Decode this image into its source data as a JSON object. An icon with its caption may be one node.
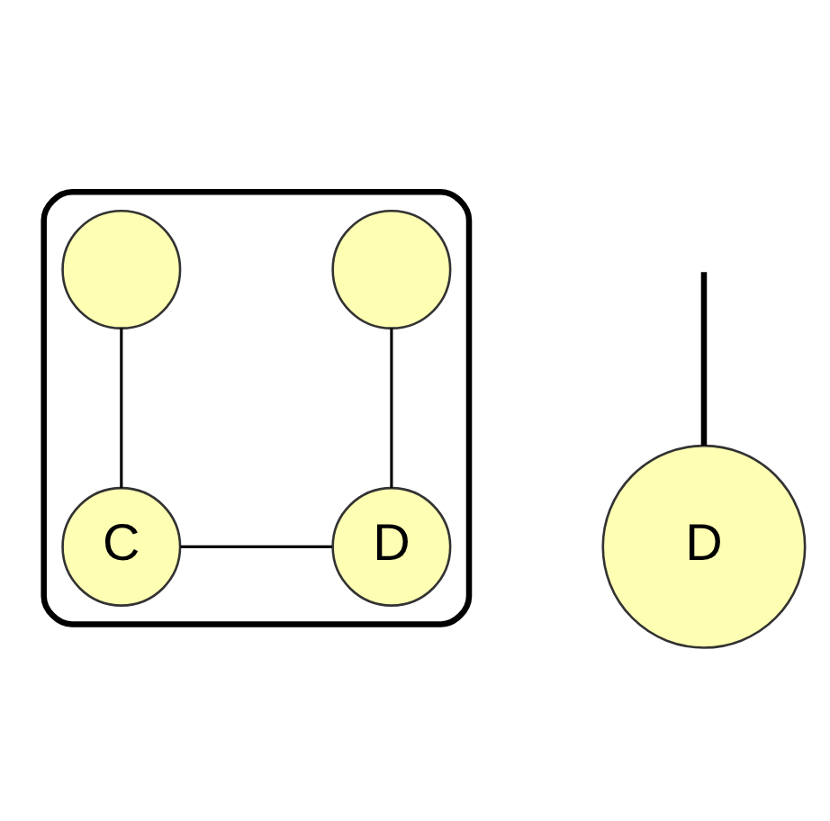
{
  "diagram": {
    "nodes": [
      {
        "text": [],
        "shape": "cloud"
      },
      {
        "text": [],
        "shape": "circle",
        "in": 0
      },
      {
        "text": [],
        "shape": "circle",
        "in": 0
      },
      {
        "text": [
          "C"
        ],
        "in": 0
      },
      {
        "text": [
          "D"
        ],
        "in": 0
      },
      {
        "text": [
          "D"
        ]
      }
    ],
    "edges": [
      {
        "from": 1,
        "to": 3,
        "arrow": "none"
      },
      {
        "from": 2,
        "to": 4,
        "arrow": "none"
      },
      {
        "from": 3,
        "to": 4,
        "arrow": "none"
      },
      {
        "from": null,
        "to": 5,
        "arrow": "none",
        "style": "thick"
      }
    ]
  }
}
